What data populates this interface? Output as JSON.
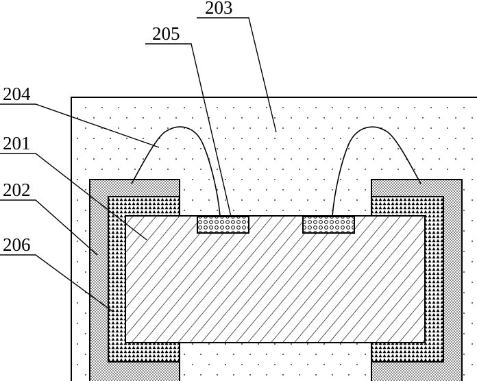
{
  "labels": {
    "l203": "203",
    "l205": "205",
    "l204": "204",
    "l201": "201",
    "l202": "202",
    "l206": "206"
  },
  "colors": {
    "ink": "#000000",
    "background": "#ffffff"
  }
}
